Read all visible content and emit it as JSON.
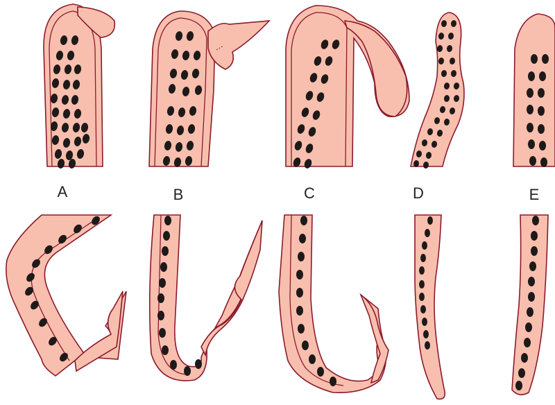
{
  "panels": [
    {
      "label": "A"
    },
    {
      "label": "B"
    },
    {
      "label": "C"
    },
    {
      "label": "D"
    },
    {
      "label": "E"
    }
  ],
  "colors": {
    "body": "#f8bfae",
    "outline": "#8b1a2c",
    "spots": "#1f1a1a",
    "background": "#ffffff"
  }
}
